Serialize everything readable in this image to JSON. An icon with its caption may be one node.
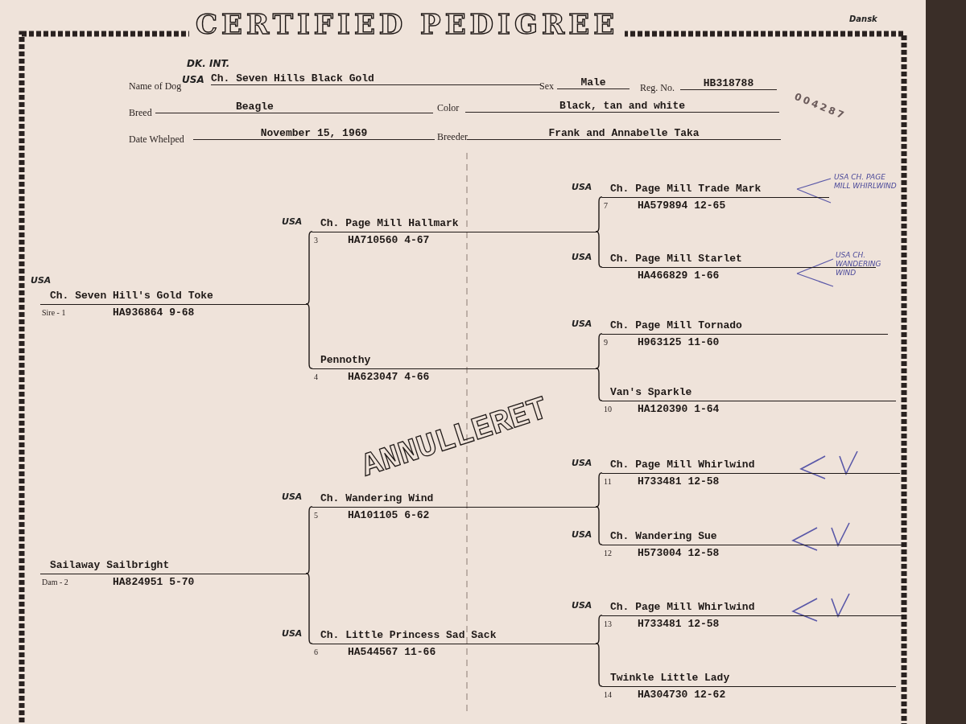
{
  "diagram": {
    "title": "CERTIFIED PEDIGREE",
    "nodes": [
      {
        "text": [
          "Ch. Seven Hill's Gold Toke",
          "HA936864 9-68"
        ],
        "beside": [
          "USA",
          "Sire - 1"
        ]
      },
      {
        "text": [
          "Sailaway Sailbright",
          "HA824951 5-70"
        ],
        "beside": [
          "Dam - 2"
        ]
      },
      {
        "text": [
          "Ch. Page Mill Hallmark",
          "HA710560 4-67"
        ],
        "beside": [
          "USA",
          "3"
        ]
      },
      {
        "text": [
          "Pennothy",
          "HA623047 4-66"
        ],
        "beside": [
          "4"
        ]
      },
      {
        "text": [
          "Ch. Wandering Wind",
          "HA101105 6-62"
        ],
        "beside": [
          "USA",
          "5"
        ]
      },
      {
        "text": [
          "Ch. Little Princess Sad Sack",
          "HA544567 11-66"
        ],
        "beside": [
          "USA",
          "6"
        ]
      },
      {
        "text": [
          "Ch. Page Mill Trade Mark",
          "HA579894 12-65"
        ],
        "beside": [
          "USA",
          "7"
        ]
      },
      {
        "text": [
          "Ch. Page Mill Starlet",
          "HA466829 1-66"
        ],
        "beside": [
          "USA"
        ]
      },
      {
        "text": [
          "Ch. Page Mill Tornado",
          "H963125 11-60"
        ],
        "beside": [
          "USA",
          "9"
        ]
      },
      {
        "text": [
          "Van's Sparkle",
          "HA120390 1-64"
        ],
        "beside": [
          "10"
        ]
      },
      {
        "text": [
          "Ch. Page Mill Whirlwind",
          "H733481 12-58"
        ],
        "beside": [
          "USA",
          "11"
        ]
      },
      {
        "text": [
          "Ch. Wandering Sue",
          "H573004 12-58"
        ],
        "beside": [
          "USA",
          "12"
        ]
      },
      {
        "text": [
          "Ch. Page Mill Whirlwind",
          "H733481 12-58"
        ],
        "beside": [
          "USA",
          "13"
        ]
      },
      {
        "text": [
          "Twinkle Little Lady",
          "HA304730 12-62"
        ],
        "beside": [
          "14"
        ]
      }
    ],
    "edges": [
      {
        "from": 0,
        "to": 2,
        "arrow": "none"
      },
      {
        "from": 0,
        "to": 3,
        "arrow": "none"
      },
      {
        "from": 1,
        "to": 4,
        "arrow": "none"
      },
      {
        "from": 1,
        "to": 5,
        "arrow": "none"
      },
      {
        "from": 2,
        "to": 6,
        "arrow": "none"
      },
      {
        "from": 2,
        "to": 7,
        "arrow": "none"
      },
      {
        "from": 3,
        "to": 8,
        "arrow": "none"
      },
      {
        "from": 3,
        "to": 9,
        "arrow": "none"
      },
      {
        "from": 4,
        "to": 10,
        "arrow": "none"
      },
      {
        "from": 4,
        "to": 11,
        "arrow": "none"
      },
      {
        "from": 5,
        "to": 12,
        "arrow": "none"
      },
      {
        "from": 5,
        "to": 13,
        "arrow": "none"
      }
    ],
    "labels": [
      "Dansk",
      "DK. INT.",
      "Name of Dog",
      "USA",
      "Ch. Seven Hills Black Gold",
      "Sex",
      "Male",
      "Reg. No.",
      "HB318788",
      "Breed",
      "Beagle",
      "Color",
      "Black, tan and white",
      "004287",
      "Date Whelped",
      "November 15, 1969",
      "Breeder",
      "Frank and Annabelle Taka",
      "USA CH. PAGE MILL WHIRLWIND",
      "USA CH. WANDERING WIND",
      "ANNULLERET"
    ]
  }
}
